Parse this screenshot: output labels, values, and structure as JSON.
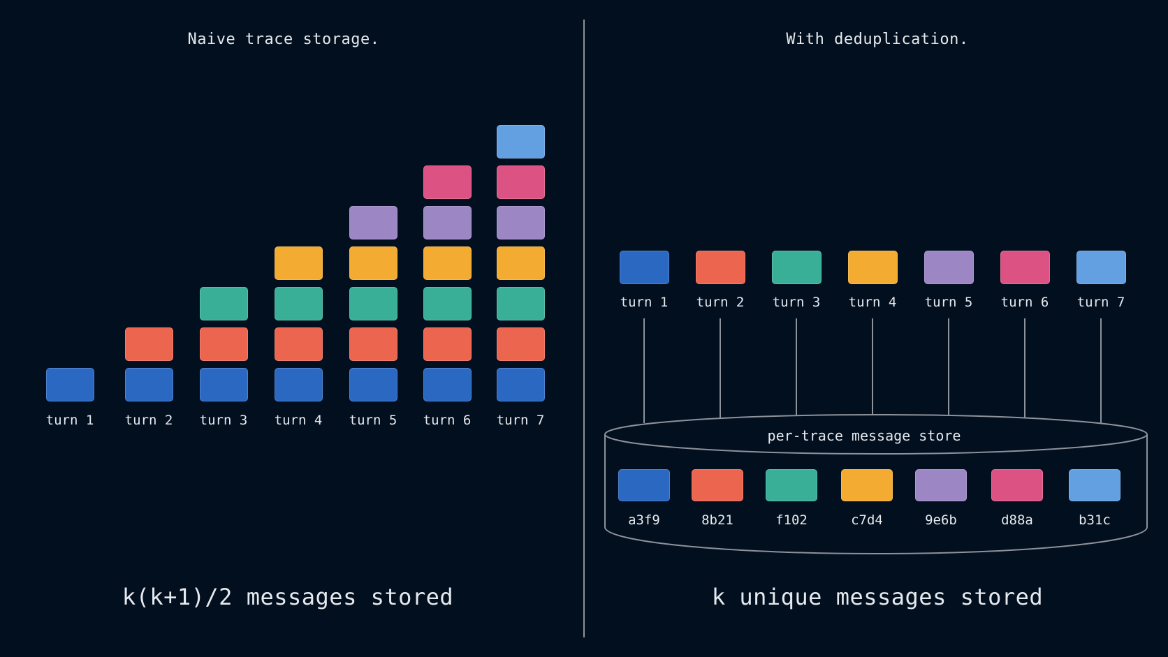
{
  "left_panel": {
    "heading": "Naive trace storage.",
    "footer": "k(k+1)/2 messages stored",
    "turns": [
      {
        "label": "turn 1",
        "stack": [
          "c1"
        ]
      },
      {
        "label": "turn 2",
        "stack": [
          "c1",
          "c2"
        ]
      },
      {
        "label": "turn 3",
        "stack": [
          "c1",
          "c2",
          "c3"
        ]
      },
      {
        "label": "turn 4",
        "stack": [
          "c1",
          "c2",
          "c3",
          "c4"
        ]
      },
      {
        "label": "turn 5",
        "stack": [
          "c1",
          "c2",
          "c3",
          "c4",
          "c5"
        ]
      },
      {
        "label": "turn 6",
        "stack": [
          "c1",
          "c2",
          "c3",
          "c4",
          "c5",
          "c6"
        ]
      },
      {
        "label": "turn 7",
        "stack": [
          "c1",
          "c2",
          "c3",
          "c4",
          "c5",
          "c6",
          "c7"
        ]
      }
    ]
  },
  "right_panel": {
    "heading": "With deduplication.",
    "footer": "k unique messages stored",
    "turn_labels": [
      "turn 1",
      "turn 2",
      "turn 3",
      "turn 4",
      "turn 5",
      "turn 6",
      "turn 7"
    ],
    "store_title": "per-trace message store",
    "store_items": [
      {
        "hash": "a3f9",
        "color": "c1"
      },
      {
        "hash": "8b21",
        "color": "c2"
      },
      {
        "hash": "f102",
        "color": "c3"
      },
      {
        "hash": "c7d4",
        "color": "c4"
      },
      {
        "hash": "9e6b",
        "color": "c5"
      },
      {
        "hash": "d88a",
        "color": "c6"
      },
      {
        "hash": "b31c",
        "color": "c7"
      }
    ]
  },
  "colors": {
    "c1": "#2a68c2",
    "c2": "#ec654f",
    "c3": "#3aaf98",
    "c4": "#f3ab31",
    "c5": "#9c86c4",
    "c6": "#dc5283",
    "c7": "#63a0e1",
    "background": "#020f1f",
    "line": "#8d929b",
    "text": "#e6e9ee"
  }
}
